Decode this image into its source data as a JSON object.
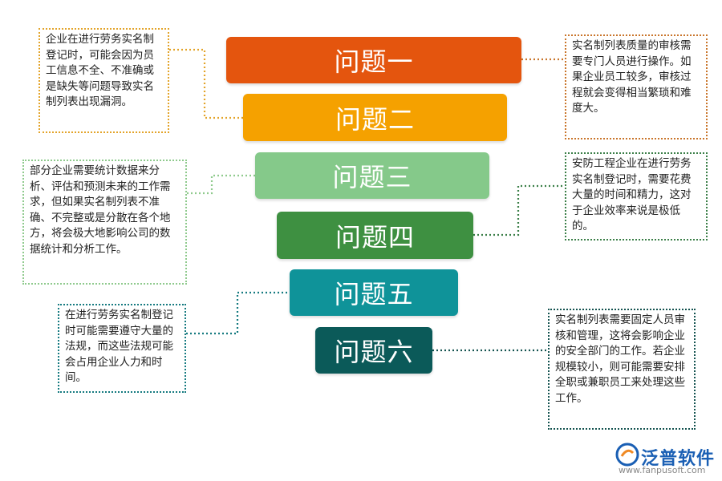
{
  "bars": [
    {
      "label": "问题一",
      "color": "#e4550e"
    },
    {
      "label": "问题二",
      "color": "#f5a100"
    },
    {
      "label": "问题三",
      "color": "#85c98a"
    },
    {
      "label": "问题四",
      "color": "#3e9041"
    },
    {
      "label": "问题五",
      "color": "#0f9399"
    },
    {
      "label": "问题六",
      "color": "#0b5a59"
    }
  ],
  "notes": {
    "n1": {
      "text": "企业在进行劳务实名制登记时，可能会因为员工信息不全、不准确或是缺失等问题导致实名制列表出现漏洞。",
      "color": "#e3a42a"
    },
    "n2": {
      "text": "实名制列表质量的审核需要专门人员进行操作。如果企业员工较多，审核过程就会变得相当繁琐和难度大。",
      "color": "#c9752b"
    },
    "n3": {
      "text": "部分企业需要统计数据来分析、评估和预测未来的工作需求，但如果实名制列表不准确、不完整或是分散在各个地方，将会极大地影响公司的数据统计和分析工作。",
      "color": "#8fca8d"
    },
    "n4": {
      "text": "安防工程企业在进行劳务实名制登记时，需要花费大量的时间和精力，这对于企业效率来说是极低的。",
      "color": "#3b7f48"
    },
    "n5": {
      "text": "在进行劳务实名制登记时可能需要遵守大量的法规，而这些法规可能会占用企业人力和时间。",
      "color": "#157a80"
    },
    "n6": {
      "text": "实名制列表需要固定人员审核和管理，这将会影响企业的安全部门的工作。若企业规模较小，则可能需要安排全职或兼职员工来处理这些工作。",
      "color": "#145350"
    }
  },
  "logo": {
    "text": "泛普软件",
    "url": "www.fanpusoft.com",
    "color": "#1a5fb4"
  }
}
